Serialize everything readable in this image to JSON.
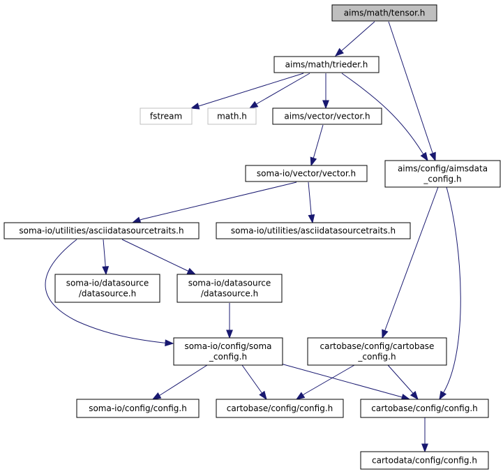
{
  "graph": {
    "colors": {
      "edge": "#191970",
      "node_border": "#000000",
      "root_fill": "#bfbfbf",
      "node_fill": "#ffffff",
      "missing_border": "#bfbfbf"
    },
    "nodes": [
      {
        "id": "tensor",
        "lines": [
          "aims/math/tensor.h"
        ],
        "style": "root"
      },
      {
        "id": "trieder",
        "lines": [
          "aims/math/trieder.h"
        ],
        "style": "normal"
      },
      {
        "id": "fstream",
        "lines": [
          "fstream"
        ],
        "style": "missing"
      },
      {
        "id": "math",
        "lines": [
          "math.h"
        ],
        "style": "missing"
      },
      {
        "id": "aims_vector",
        "lines": [
          "aims/vector/vector.h"
        ],
        "style": "normal"
      },
      {
        "id": "aimsdata_config",
        "lines": [
          "aims/config/aimsdata",
          "_config.h"
        ],
        "style": "normal"
      },
      {
        "id": "somaio_vector",
        "lines": [
          "soma-io/vector/vector.h"
        ],
        "style": "normal"
      },
      {
        "id": "ascii_a",
        "lines": [
          "soma-io/utilities/asciidatasourcetraits.h"
        ],
        "style": "normal"
      },
      {
        "id": "ascii_b",
        "lines": [
          "soma-io/utilities/asciidatasourcetraits.h"
        ],
        "style": "normal"
      },
      {
        "id": "datasource_a",
        "lines": [
          "soma-io/datasource",
          "/datasource.h"
        ],
        "style": "normal"
      },
      {
        "id": "datasource_b",
        "lines": [
          "soma-io/datasource",
          "/datasource.h"
        ],
        "style": "normal"
      },
      {
        "id": "somaio_soma_config",
        "lines": [
          "soma-io/config/soma",
          "_config.h"
        ],
        "style": "normal"
      },
      {
        "id": "cartobase_cartobase_config",
        "lines": [
          "cartobase/config/cartobase",
          "_config.h"
        ],
        "style": "normal"
      },
      {
        "id": "somaio_config",
        "lines": [
          "soma-io/config/config.h"
        ],
        "style": "normal"
      },
      {
        "id": "cartobase_config_a",
        "lines": [
          "cartobase/config/config.h"
        ],
        "style": "normal"
      },
      {
        "id": "cartobase_config_b",
        "lines": [
          "cartobase/config/config.h"
        ],
        "style": "normal"
      },
      {
        "id": "cartodata_config",
        "lines": [
          "cartodata/config/config.h"
        ],
        "style": "normal"
      }
    ],
    "edges": [
      {
        "from": "tensor",
        "to": "trieder"
      },
      {
        "from": "tensor",
        "to": "aimsdata_config"
      },
      {
        "from": "trieder",
        "to": "fstream"
      },
      {
        "from": "trieder",
        "to": "math"
      },
      {
        "from": "trieder",
        "to": "aims_vector"
      },
      {
        "from": "trieder",
        "to": "aimsdata_config"
      },
      {
        "from": "aims_vector",
        "to": "somaio_vector"
      },
      {
        "from": "somaio_vector",
        "to": "ascii_a"
      },
      {
        "from": "somaio_vector",
        "to": "ascii_b"
      },
      {
        "from": "ascii_a",
        "to": "datasource_a"
      },
      {
        "from": "ascii_a",
        "to": "datasource_b"
      },
      {
        "from": "ascii_a",
        "to": "somaio_soma_config"
      },
      {
        "from": "datasource_b",
        "to": "somaio_soma_config"
      },
      {
        "from": "aimsdata_config",
        "to": "cartobase_cartobase_config"
      },
      {
        "from": "aimsdata_config",
        "to": "cartobase_config_b"
      },
      {
        "from": "somaio_soma_config",
        "to": "somaio_config"
      },
      {
        "from": "somaio_soma_config",
        "to": "cartobase_config_a"
      },
      {
        "from": "somaio_soma_config",
        "to": "cartobase_config_b"
      },
      {
        "from": "cartobase_cartobase_config",
        "to": "cartobase_config_a"
      },
      {
        "from": "cartobase_cartobase_config",
        "to": "cartobase_config_b"
      },
      {
        "from": "cartobase_config_b",
        "to": "cartodata_config"
      }
    ]
  }
}
